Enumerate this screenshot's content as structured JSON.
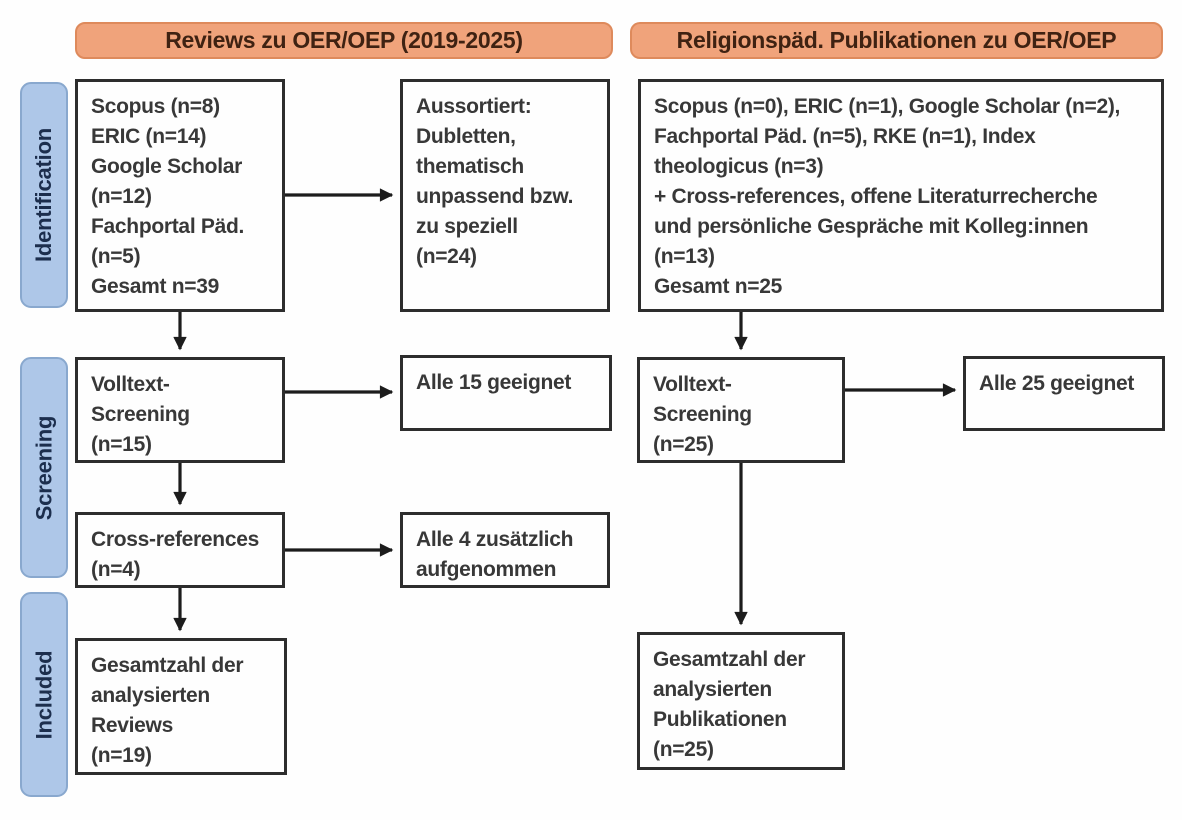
{
  "headers": {
    "reviews": "Reviews zu OER/OEP (2019-2025)",
    "religionspaed": "Religionspäd. Publikationen zu OER/OEP"
  },
  "stages": {
    "identification": "Identification",
    "screening": "Screening",
    "included": "Included"
  },
  "boxes": {
    "sources_reviews": {
      "lines": [
        "Scopus (n=8)",
        "ERIC (n=14)",
        "Google Scholar",
        "(n=12)",
        "Fachportal Päd.",
        "(n=5)",
        "Gesamt n=39"
      ]
    },
    "aussortiert": {
      "lines": [
        "Aussortiert:",
        "Dubletten,",
        "thematisch",
        "unpassend bzw.",
        "zu speziell",
        "(n=24)"
      ]
    },
    "sources_religionspaed": {
      "lines": [
        "Scopus (n=0), ERIC (n=1), Google Scholar (n=2),",
        "Fachportal Päd. (n=5), RKE (n=1), Index",
        "theologicus (n=3)",
        "+ Cross-references, offene Literaturrecherche",
        "und persönliche Gespräche mit Kolleg:innen",
        "(n=13)",
        "Gesamt n=25"
      ]
    },
    "volltext_reviews": {
      "lines": [
        "Volltext-",
        "Screening",
        "(n=15)"
      ]
    },
    "alle15": {
      "lines": [
        "Alle 15 geeignet"
      ]
    },
    "crossreferences": {
      "lines": [
        "Cross-references",
        "(n=4)"
      ]
    },
    "alle4": {
      "lines": [
        "Alle 4 zusätzlich",
        "aufgenommen"
      ]
    },
    "gesamt_reviews": {
      "lines": [
        "Gesamtzahl der",
        "analysierten",
        "Reviews",
        "(n=19)"
      ]
    },
    "volltext_publikationen": {
      "lines": [
        "Volltext-",
        "Screening",
        "(n=25)"
      ]
    },
    "alle25": {
      "lines": [
        "Alle 25 geeignet"
      ]
    },
    "gesamt_publikationen": {
      "lines": [
        "Gesamtzahl der",
        "analysierten",
        "Publikationen",
        "(n=25)"
      ]
    }
  },
  "colors": {
    "header_fill": "#f0a37b",
    "header_border": "#de8a5c",
    "header_text": "#3f2212",
    "stage_fill": "#aec7e8",
    "stage_border": "#89a8ce",
    "stage_text": "#1c2e4d",
    "box_border": "#2d2d2d",
    "box_text": "#383838",
    "arrow": "#1c1c1c",
    "background": "#fefefe"
  }
}
